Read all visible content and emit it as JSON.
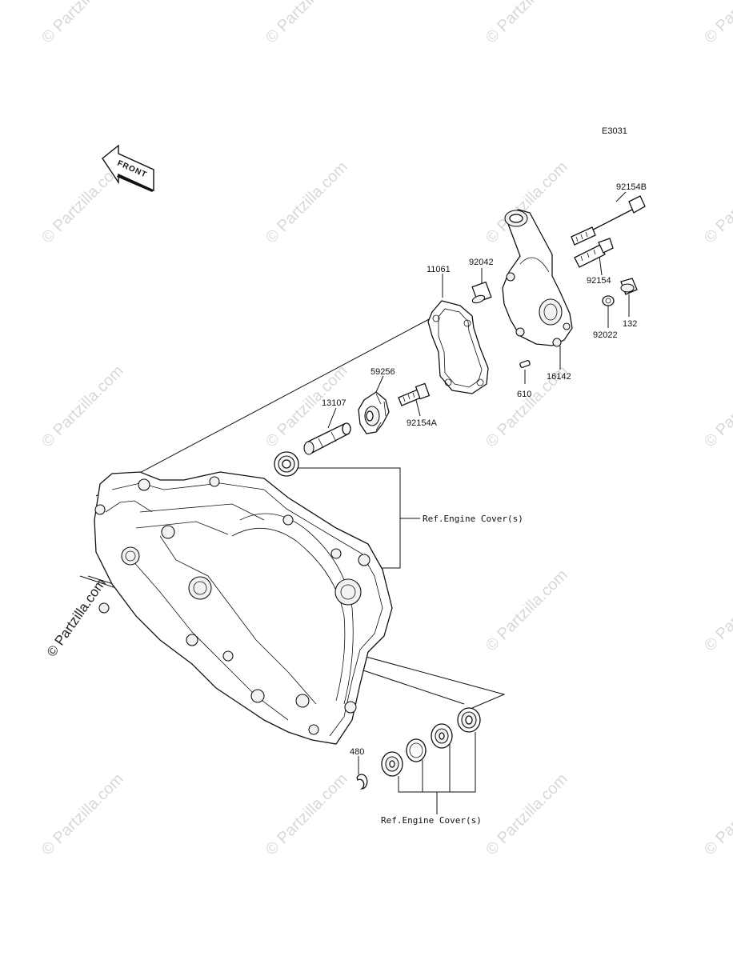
{
  "diagram_code": "E3031",
  "front_label": "FRONT",
  "watermark_text": "© Partzilla.com",
  "side_watermark": "© Partzilla.com",
  "parts": {
    "p92154B": "92154B",
    "p92154": "92154",
    "p132": "132",
    "p92022": "92022",
    "p92042": "92042",
    "p11061": "11061",
    "p16142": "16142",
    "p610": "610",
    "p59256": "59256",
    "p92154A": "92154A",
    "p13107": "13107",
    "p480": "480"
  },
  "refs": {
    "upper": "Ref.Engine Cover(s)",
    "lower": "Ref.Engine Cover(s)"
  }
}
